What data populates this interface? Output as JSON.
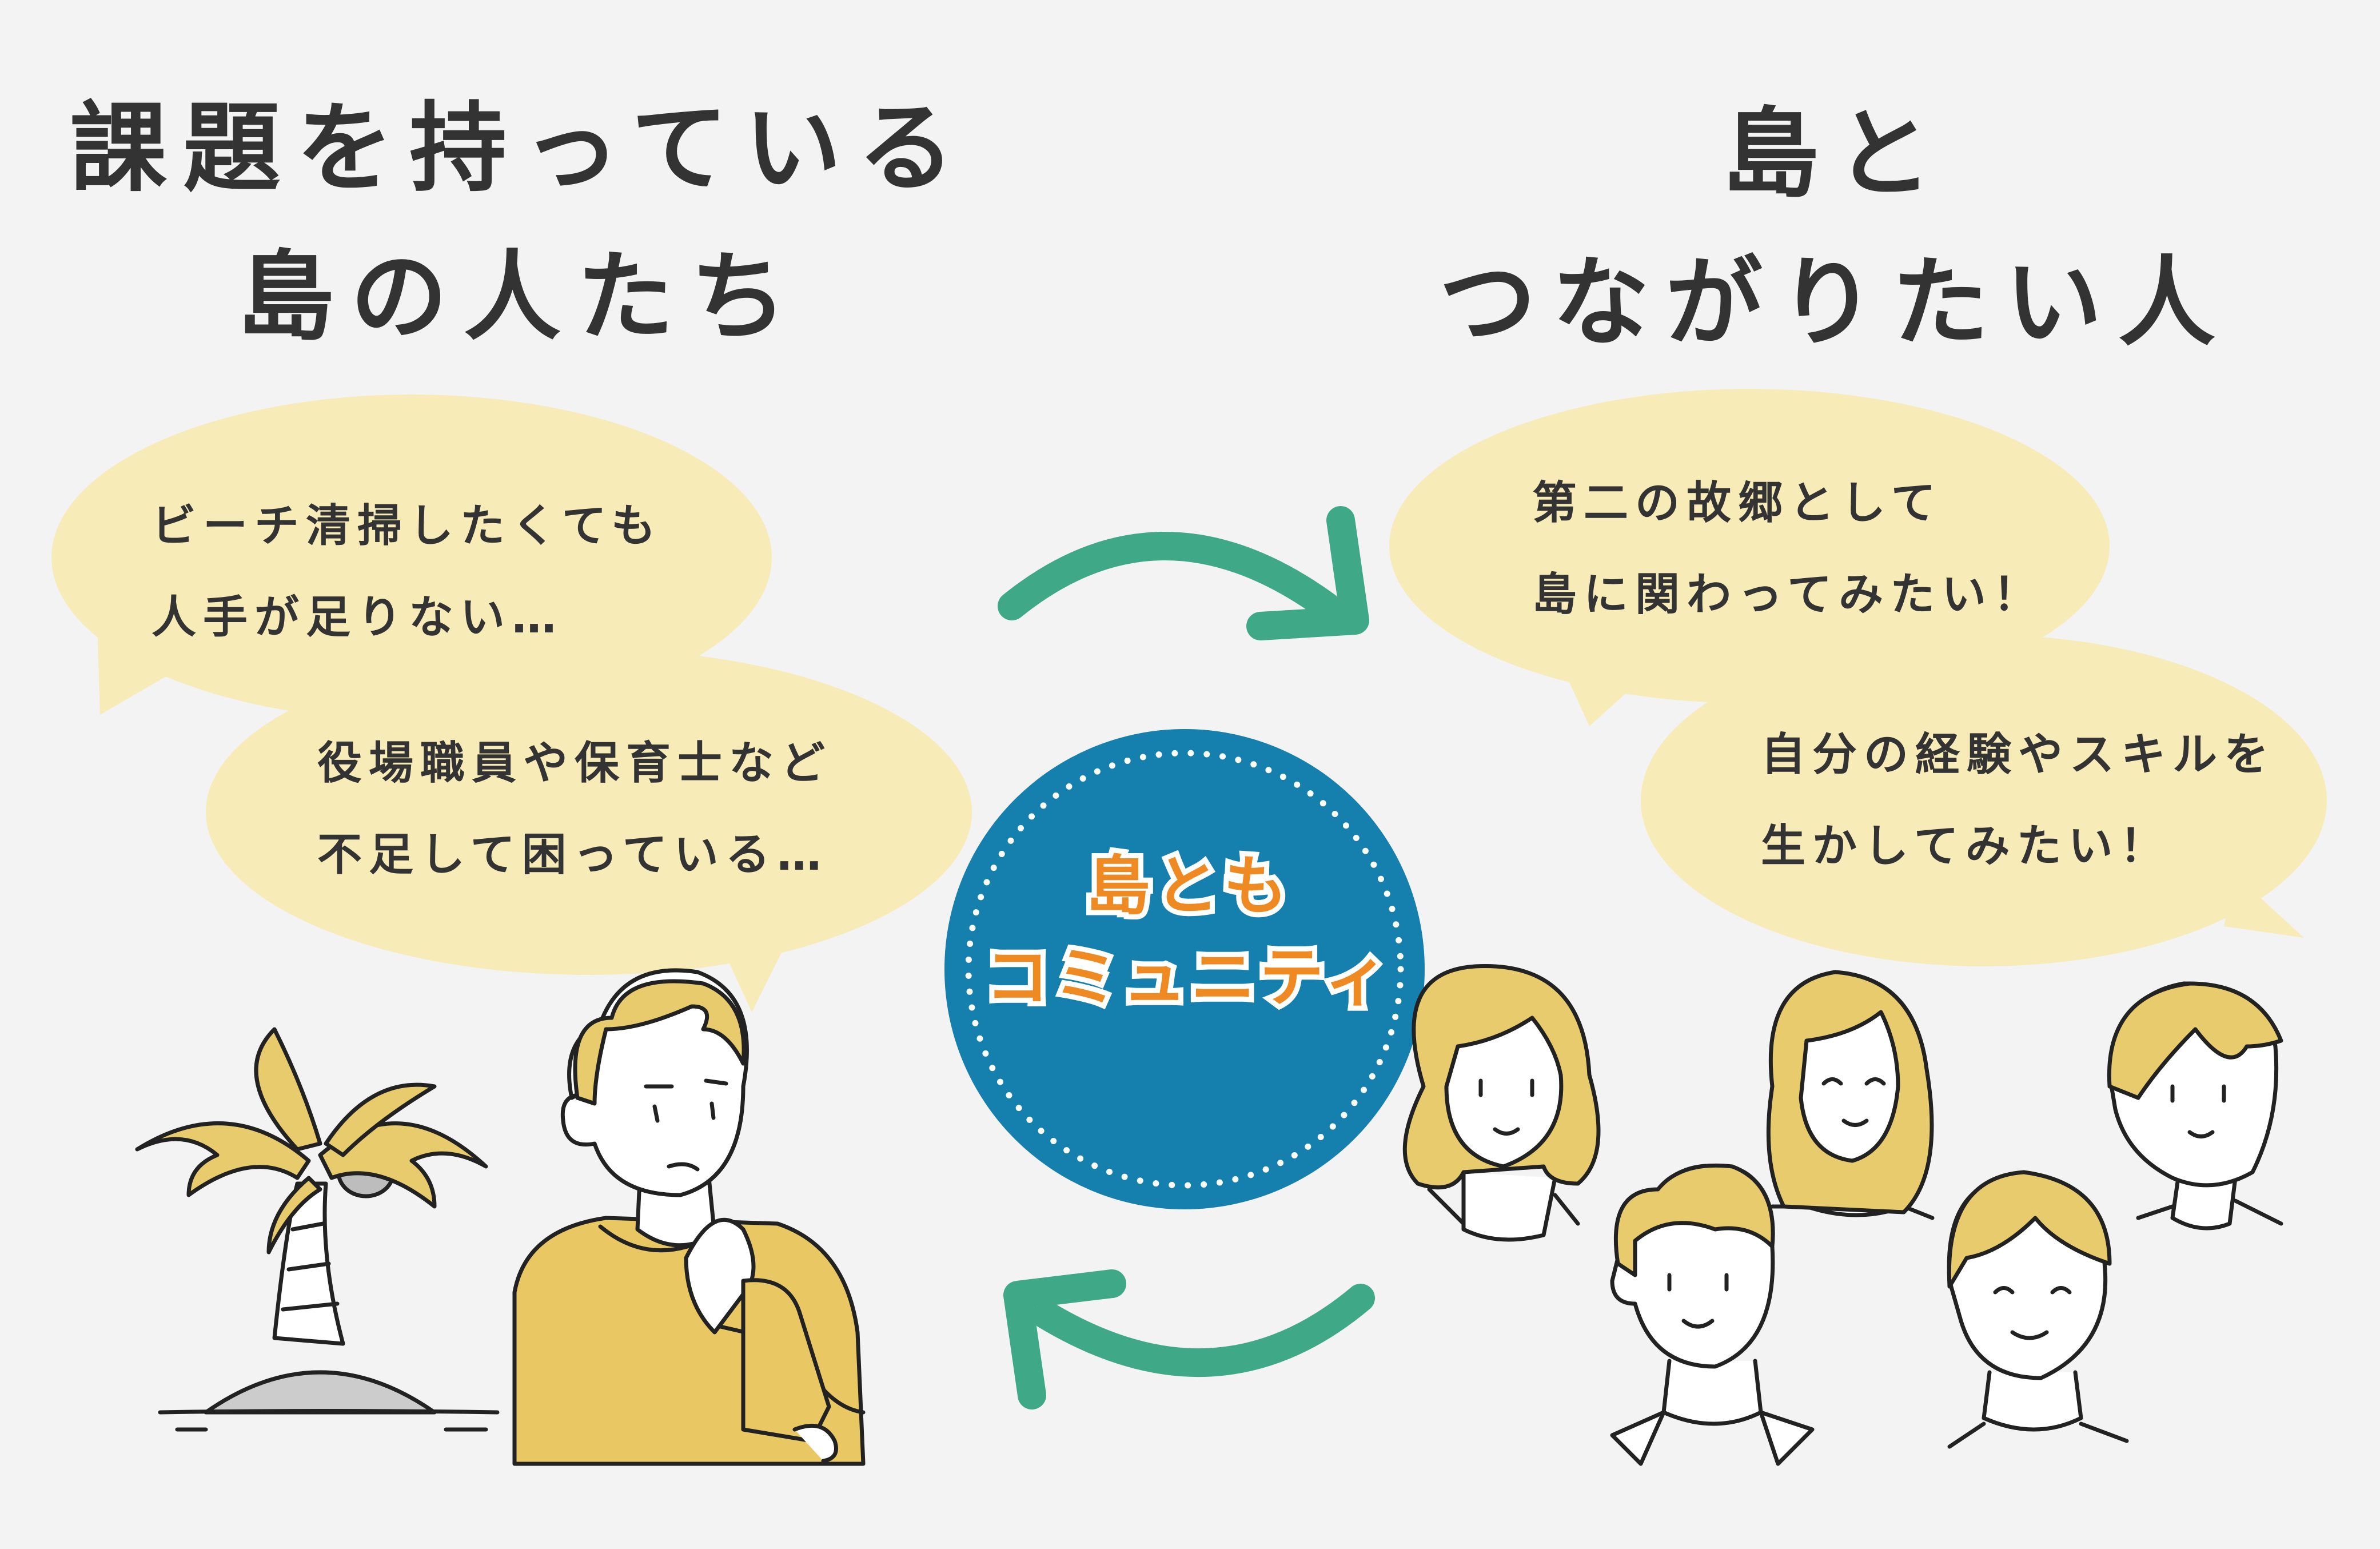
{
  "left_title": {
    "line1": "課題を持っている",
    "line2": "島の人たち"
  },
  "right_title": {
    "line1": "島と",
    "line2": "つながりたい人"
  },
  "bubbles": {
    "left_top": {
      "line1": "ビーチ清掃したくても",
      "line2": "人手が足りない…"
    },
    "left_bottom": {
      "line1": "役場職員や保育士など",
      "line2": "不足して困っている…"
    },
    "right_top": {
      "line1": "第二の故郷として",
      "line2": "島に関わってみたい！"
    },
    "right_bottom": {
      "line1": "自分の経験やスキルを",
      "line2": "生かしてみたい！"
    }
  },
  "center": {
    "line1": "島とも",
    "line2": "コミュニティ"
  },
  "colors": {
    "background": "#f3f3f3",
    "bubble": "#f7ebb8",
    "circle": "#1580ad",
    "arrow": "#3fa887",
    "accent_text": "#ef8a22",
    "hair": "#e8cb6c",
    "sweater": "#e9c864",
    "ink": "#333333"
  },
  "icons": {
    "arrow_top": "curved-arrow-right-icon",
    "arrow_bottom": "curved-arrow-left-icon",
    "palm": "palm-tree-icon",
    "person": "thinking-man-icon",
    "group": "people-group-icon"
  }
}
